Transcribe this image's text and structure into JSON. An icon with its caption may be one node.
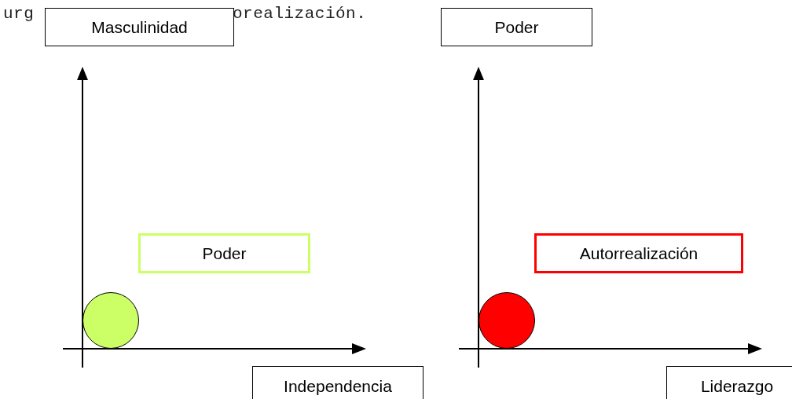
{
  "diagram": {
    "nodes": [
      {
        "text": [
          "Masculinidad"
        ]
      },
      {
        "text": [
          "Poder"
        ]
      },
      {
        "text": [],
        "shape": "circle"
      },
      {
        "text": [
          "Independencia"
        ]
      },
      {
        "text": [
          "Poder"
        ]
      },
      {
        "text": [
          "Autorrealización"
        ]
      },
      {
        "text": [],
        "shape": "circle"
      },
      {
        "text": [
          "Liderazgo"
        ]
      }
    ],
    "labels": [
      "urg",
      "orealización."
    ]
  }
}
